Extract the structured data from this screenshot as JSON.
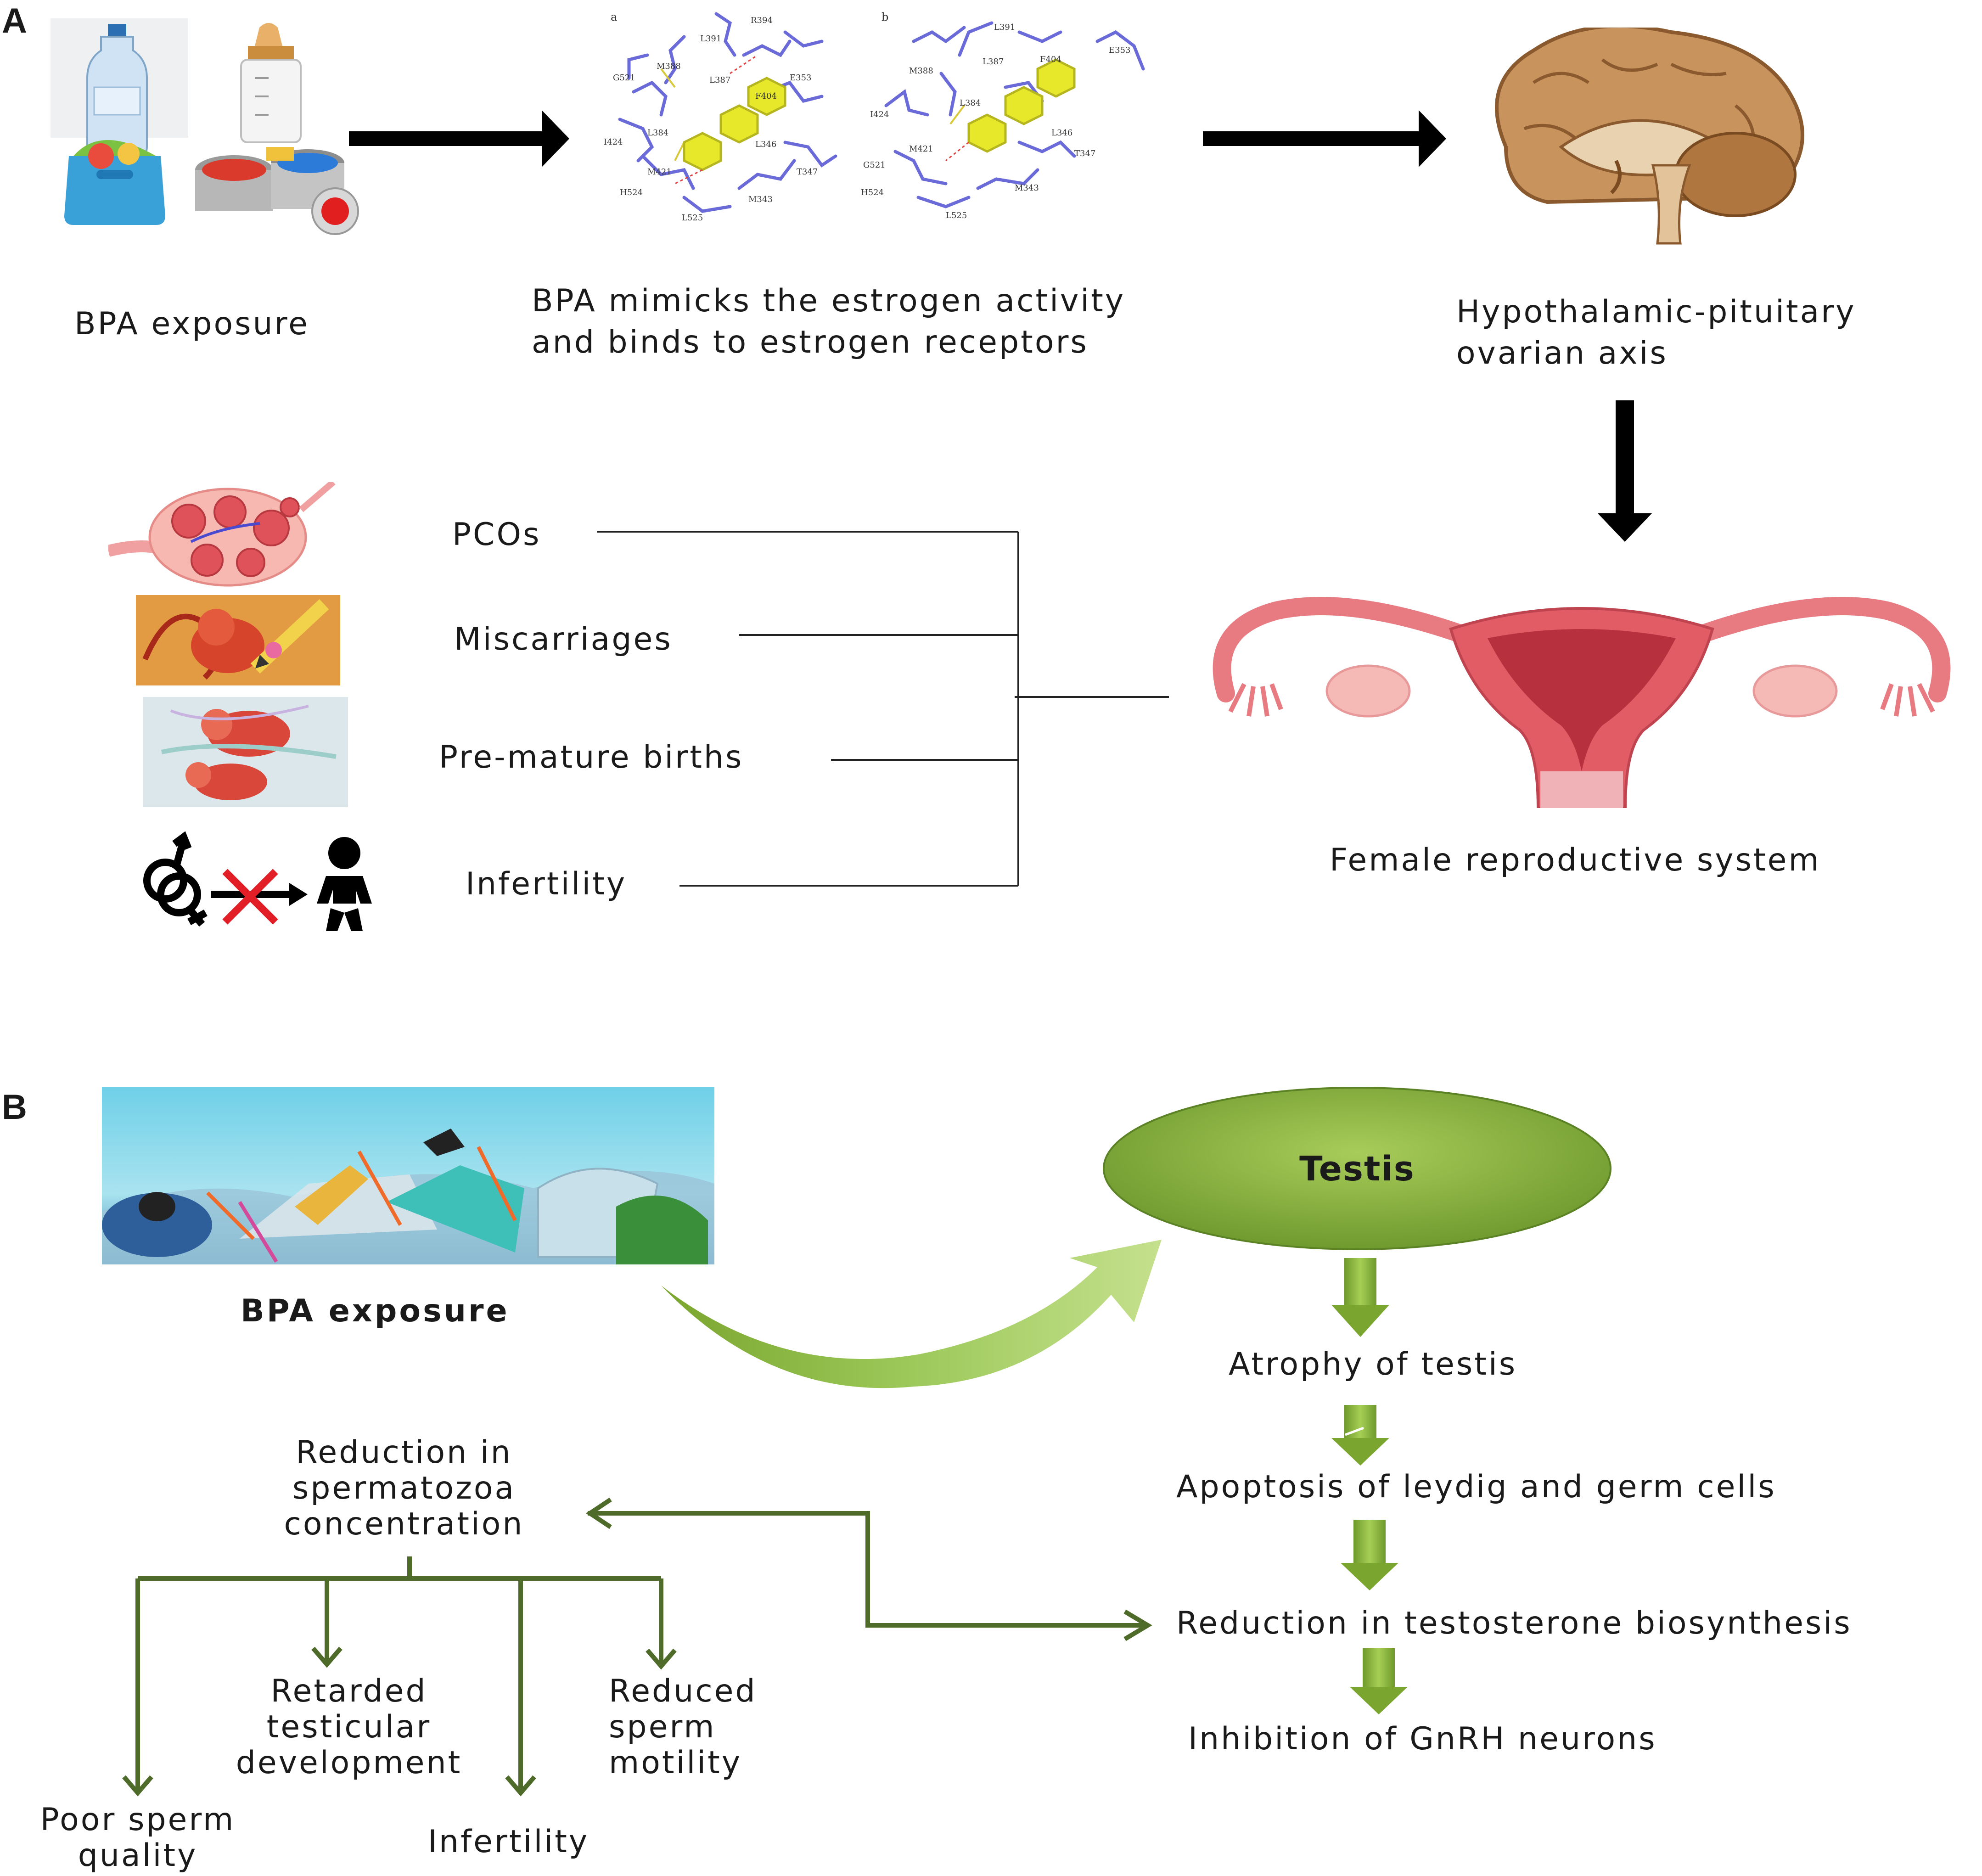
{
  "panel_a": {
    "letter": "A",
    "exposure_label": "BPA exposure",
    "receptor_label_line1": "BPA mimicks the estrogen activity",
    "receptor_label_line2": "and binds to estrogen receptors",
    "axis_label_line1": "Hypothalamic-pituitary",
    "axis_label_line2": "ovarian axis",
    "female_system_label": "Female reproductive system",
    "outcomes": [
      "PCOs",
      "Miscarriages",
      "Pre-mature births",
      "Infertility"
    ],
    "structure_panel_labels": [
      "a",
      "b"
    ],
    "residues_a": [
      "R394",
      "L391",
      "M388",
      "G521",
      "L387",
      "F404",
      "E353",
      "L384",
      "I424",
      "L346",
      "T347",
      "M421",
      "H524",
      "M343",
      "L525"
    ],
    "residues_b": [
      "L391",
      "M388",
      "L387",
      "F404",
      "E353",
      "L384",
      "I424",
      "L346",
      "T347",
      "G521",
      "M421",
      "H524",
      "M343",
      "L525"
    ]
  },
  "panel_b": {
    "letter": "B",
    "exposure_label": "BPA exposure",
    "testis_label": "Testis",
    "cascade": [
      "Atrophy of testis",
      "Apoptosis of leydig and germ cells",
      "Reduction in testosterone biosynthesis",
      "Inhibition of GnRH neurons"
    ],
    "reduction_line1": "Reduction in",
    "reduction_line2": "spermatozoa",
    "reduction_line3": "concentration",
    "effects": {
      "poor_line1": "Poor sperm",
      "poor_line2": "quality",
      "retarded_line1": "Retarded",
      "retarded_line2": "testicular",
      "retarded_line3": "development",
      "infertility": "Infertility",
      "reduced_line1": "Reduced",
      "reduced_line2": "sperm",
      "reduced_line3": "motility"
    }
  },
  "colors": {
    "arrow_black": "#000000",
    "green_dark": "#4e6b2a",
    "green_light": "#9bc548",
    "testis_fill": "#7fa53a",
    "protein_stick": "#6a6ad8",
    "ligand": "#e8e82a",
    "uterus_pink": "#e87a82"
  }
}
